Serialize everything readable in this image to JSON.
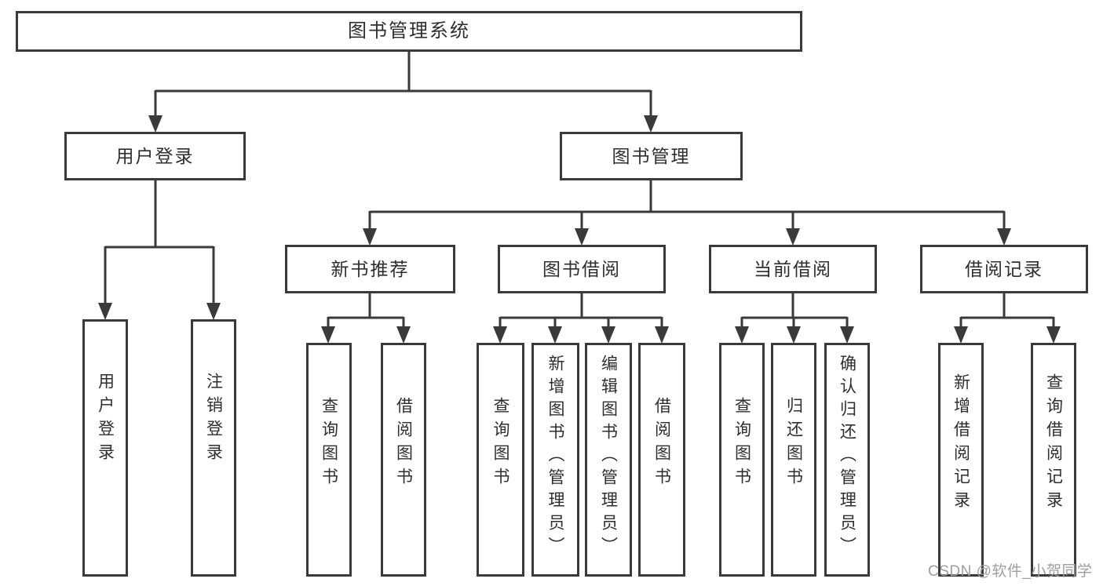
{
  "nodes": {
    "root": "图书管理系统",
    "user_login": "用户登录",
    "book_mgmt": "图书管理",
    "new_books": "新书推荐",
    "book_borrow": "图书借阅",
    "current_borrow": "当前借阅",
    "borrow_records": "借阅记录",
    "leaf_user_login": "用户登录",
    "leaf_logout": "注销登录",
    "nb_query_books": "查询图书",
    "nb_borrow_books": "借阅图书",
    "bb_query_books": "查询图书",
    "bb_add_books": "新增图书（管理员）",
    "bb_edit_books": "编辑图书（管理员）",
    "bb_borrow_books": "借阅图书",
    "cb_query_books": "查询图书",
    "cb_return_books": "归还图书",
    "cb_confirm_return": "确认归还（管理员）",
    "br_add_record": "新增借阅记录",
    "br_query_record": "查询借阅记录"
  },
  "watermark": "CSDN @软件_小贺同学",
  "colors": {
    "line": "#3a3a3a",
    "text": "#2e2e2e",
    "background": "#ffffff",
    "watermark": "#9e9e9e"
  }
}
